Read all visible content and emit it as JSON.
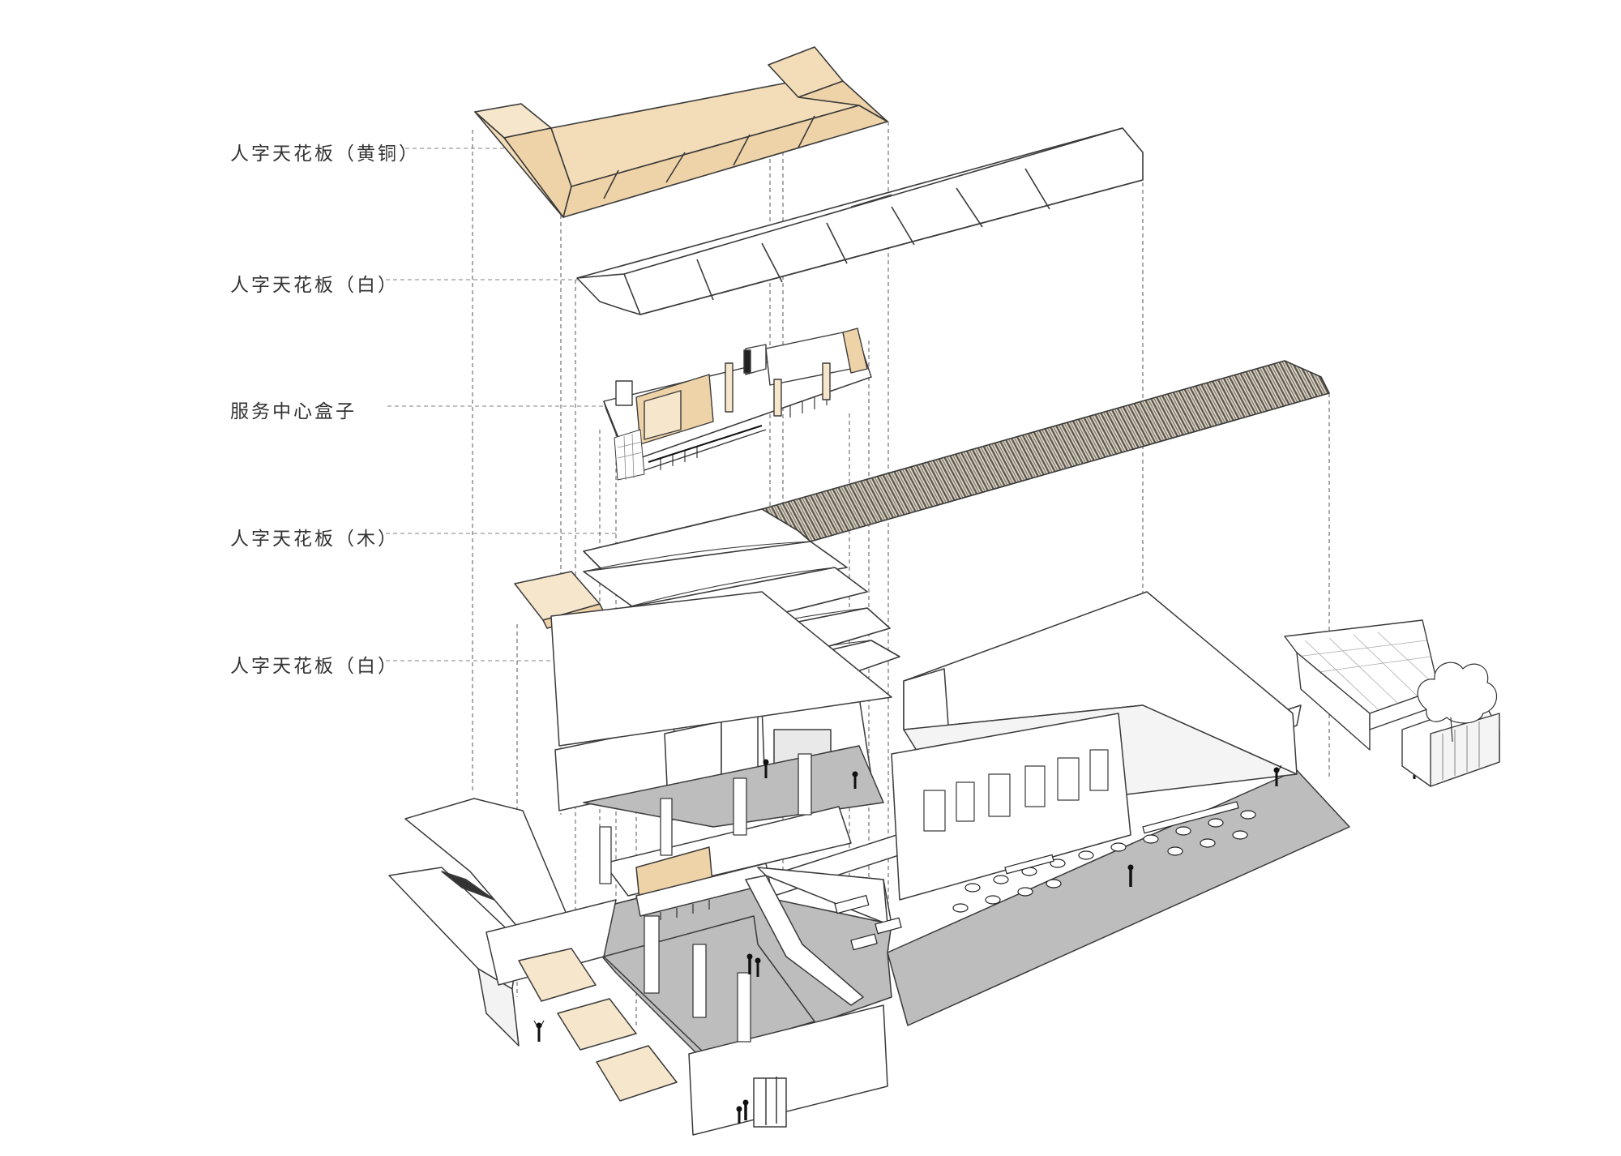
{
  "labels": [
    {
      "id": "ceiling-brass",
      "text": "人字天花板（黄铜）"
    },
    {
      "id": "ceiling-white-upper",
      "text": "人字天花板（白）"
    },
    {
      "id": "service-box",
      "text": "服务中心盒子"
    },
    {
      "id": "ceiling-wood",
      "text": "人字天花板（木）"
    },
    {
      "id": "ceiling-white-lower",
      "text": "人字天花板（白）"
    }
  ],
  "colors": {
    "brass": "#EFD3A8",
    "brass_light": "#F6E6CC",
    "line": "#3a3a3a",
    "floor": "#BDBDBD",
    "wall": "#ffffff",
    "wood": "#6b6458",
    "leader": "#9a9a9a"
  }
}
